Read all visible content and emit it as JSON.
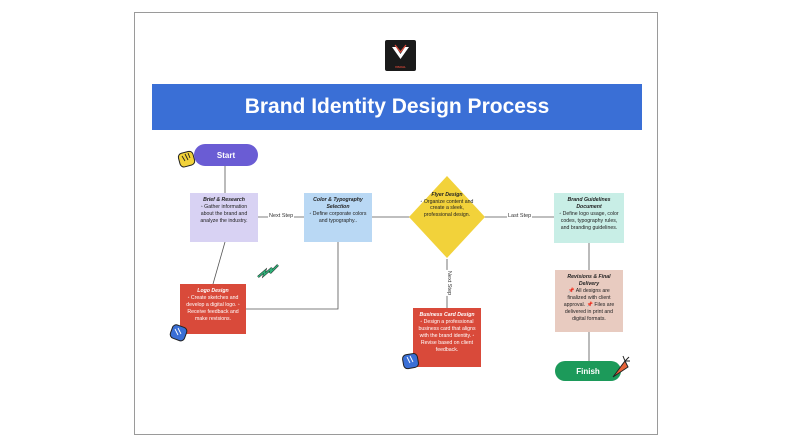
{
  "logo": {
    "text": "VISUAL"
  },
  "title": "Brand Identity Design Process",
  "start_label": "Start",
  "finish_label": "Finish",
  "nodes": {
    "brief": {
      "title": "Brief & Research",
      "body": "◦ Gather information about the brand and analyze the industry."
    },
    "color": {
      "title": "Color & Typography Selection",
      "body": "◦ Define corporate colors and typography.."
    },
    "flyer": {
      "title": "Flyer Design",
      "body": "◦ Organize content and create a sleek, professional design."
    },
    "guidelines": {
      "title": "Brand Guidelines Document",
      "body": "◦ Define logo usage, color codes, typography rules, and branding guidelines."
    },
    "logo": {
      "title": "Logo Design",
      "body": "◦ Create sketches and develop a digital logo. ◦ Receive feedback and make revisions."
    },
    "card": {
      "title": "Business Card Design",
      "body": "◦ Design a professional business card that aligns with the brand identity. ◦ Revise based on client feedback."
    },
    "revisions": {
      "title": "Revisions & Final Delivery",
      "body": "📌 All designs are finalized with client approval. 📌 Files are delivered in print and digital formats."
    }
  },
  "edges": {
    "brief_to_color": "Next Step",
    "flyer_to_card": "Next Step",
    "flyer_to_guidelines": "Last Step"
  },
  "colors": {
    "banner": "#3a6fd6",
    "start": "#6a5cd4",
    "finish": "#1c9a5a",
    "diamond": "#f2d23a",
    "red_node": "#d94a3a"
  }
}
